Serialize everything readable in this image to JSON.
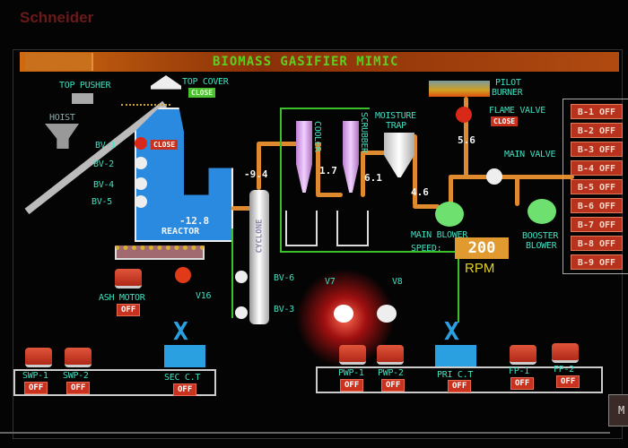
{
  "brand": "Schneider",
  "header": {
    "title": "BIOMASS GASIFIER MIMIC"
  },
  "feed": {
    "top_pusher": "TOP PUSHER",
    "top_cover": "TOP COVER",
    "top_cover_state": "CLOSE",
    "hoist": "HOIST"
  },
  "reactor": {
    "label": "REACTOR",
    "value": "-12.8",
    "bv1_state": "CLOSE",
    "valves": [
      "BV-1",
      "BV-2",
      "BV-4",
      "BV-5"
    ]
  },
  "ash": {
    "motor": "ASH MOTOR",
    "state": "OFF",
    "valve": "V16"
  },
  "cyclone": {
    "label": "CYCLONE",
    "value": "-9.4",
    "bv6": "BV-6",
    "bv3": "BV-3"
  },
  "cooler": {
    "label": "COOLER",
    "value": "1.7"
  },
  "scrubber": {
    "label": "SCRUBBER",
    "value": "6.1"
  },
  "moisture_trap": {
    "label1": "MOISTURE",
    "label2": "TRAP",
    "value": "4.6"
  },
  "burner": {
    "pilot1": "PILOT",
    "pilot2": "BURNER",
    "flame_valve": "FLAME VALVE",
    "flame_state": "CLOSE",
    "value": "5.6",
    "main_valve": "MAIN VALVE"
  },
  "blowers": {
    "main": "MAIN BLOWER",
    "speed_label": "SPEED:",
    "speed": "200",
    "unit": "RPM",
    "booster1": "BOOSTER",
    "booster2": "BLOWER"
  },
  "b_panel": [
    "B-1 OFF",
    "B-2 OFF",
    "B-3 OFF",
    "B-4 OFF",
    "B-5 OFF",
    "B-6 OFF",
    "B-7 OFF",
    "B-8 OFF",
    "B-9 OFF"
  ],
  "v7": "V7",
  "v8": "V8",
  "pumps_left": [
    {
      "name": "SWP-1",
      "state": "OFF"
    },
    {
      "name": "SWP-2",
      "state": "OFF"
    }
  ],
  "sec_ct": {
    "name": "SEC C.T",
    "state": "OFF"
  },
  "pumps_right": [
    {
      "name": "PWP-1",
      "state": "OFF"
    },
    {
      "name": "PWP-2",
      "state": "OFF"
    }
  ],
  "pri_ct": {
    "name": "PRI C.T",
    "state": "OFF"
  },
  "fans": [
    {
      "name": "FP-1",
      "state": "OFF"
    },
    {
      "name": "FP-2",
      "state": "OFF"
    }
  ],
  "nav_button": "M"
}
